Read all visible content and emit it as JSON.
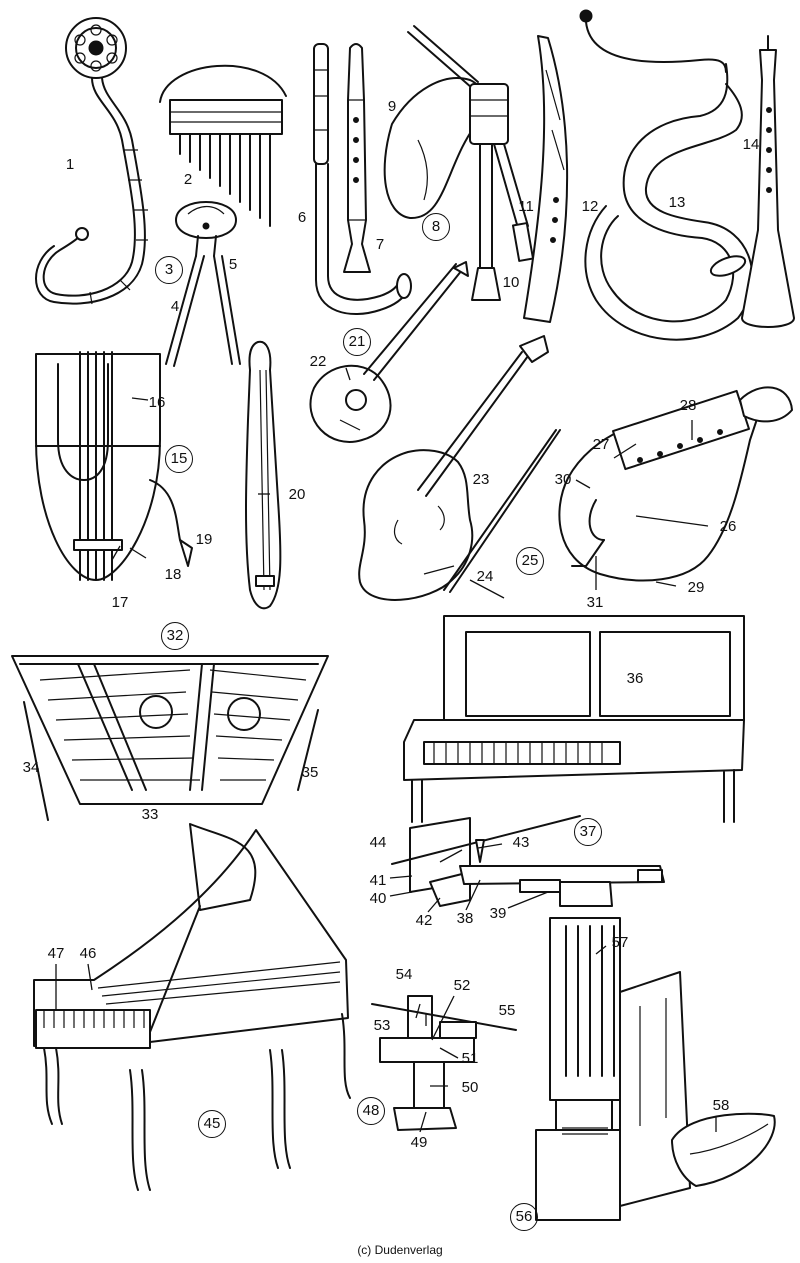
{
  "labels": [
    {
      "text": "1",
      "circled": false
    },
    {
      "text": "2",
      "circled": false
    },
    {
      "text": "3",
      "circled": true
    },
    {
      "text": "4",
      "circled": false
    },
    {
      "text": "5",
      "circled": false
    },
    {
      "text": "6",
      "circled": false
    },
    {
      "text": "7",
      "circled": false
    },
    {
      "text": "8",
      "circled": true
    },
    {
      "text": "9",
      "circled": false
    },
    {
      "text": "10",
      "circled": false
    },
    {
      "text": "11",
      "circled": false
    },
    {
      "text": "12",
      "circled": false
    },
    {
      "text": "13",
      "circled": false
    },
    {
      "text": "14",
      "circled": false
    },
    {
      "text": "15",
      "circled": true
    },
    {
      "text": "16",
      "circled": false
    },
    {
      "text": "17",
      "circled": false
    },
    {
      "text": "18",
      "circled": false
    },
    {
      "text": "19",
      "circled": false
    },
    {
      "text": "20",
      "circled": false
    },
    {
      "text": "21",
      "circled": true
    },
    {
      "text": "22",
      "circled": false
    },
    {
      "text": "23",
      "circled": false
    },
    {
      "text": "24",
      "circled": false
    },
    {
      "text": "25",
      "circled": true
    },
    {
      "text": "26",
      "circled": false
    },
    {
      "text": "27",
      "circled": false
    },
    {
      "text": "28",
      "circled": false
    },
    {
      "text": "29",
      "circled": false
    },
    {
      "text": "30",
      "circled": false
    },
    {
      "text": "31",
      "circled": false
    },
    {
      "text": "32",
      "circled": true
    },
    {
      "text": "33",
      "circled": false
    },
    {
      "text": "34",
      "circled": false
    },
    {
      "text": "35",
      "circled": false
    },
    {
      "text": "36",
      "circled": false
    },
    {
      "text": "37",
      "circled": true
    },
    {
      "text": "38",
      "circled": false
    },
    {
      "text": "39",
      "circled": false
    },
    {
      "text": "40",
      "circled": false
    },
    {
      "text": "41",
      "circled": false
    },
    {
      "text": "42",
      "circled": false
    },
    {
      "text": "43",
      "circled": false
    },
    {
      "text": "44",
      "circled": false
    },
    {
      "text": "45",
      "circled": true
    },
    {
      "text": "46",
      "circled": false
    },
    {
      "text": "47",
      "circled": false
    },
    {
      "text": "48",
      "circled": true
    },
    {
      "text": "49",
      "circled": false
    },
    {
      "text": "50",
      "circled": false
    },
    {
      "text": "51",
      "circled": false
    },
    {
      "text": "52",
      "circled": false
    },
    {
      "text": "53",
      "circled": false
    },
    {
      "text": "54",
      "circled": false
    },
    {
      "text": "55",
      "circled": false
    },
    {
      "text": "56",
      "circled": true
    },
    {
      "text": "57",
      "circled": false
    },
    {
      "text": "58",
      "circled": false
    }
  ],
  "copyright": "(c) Dudenverlag"
}
